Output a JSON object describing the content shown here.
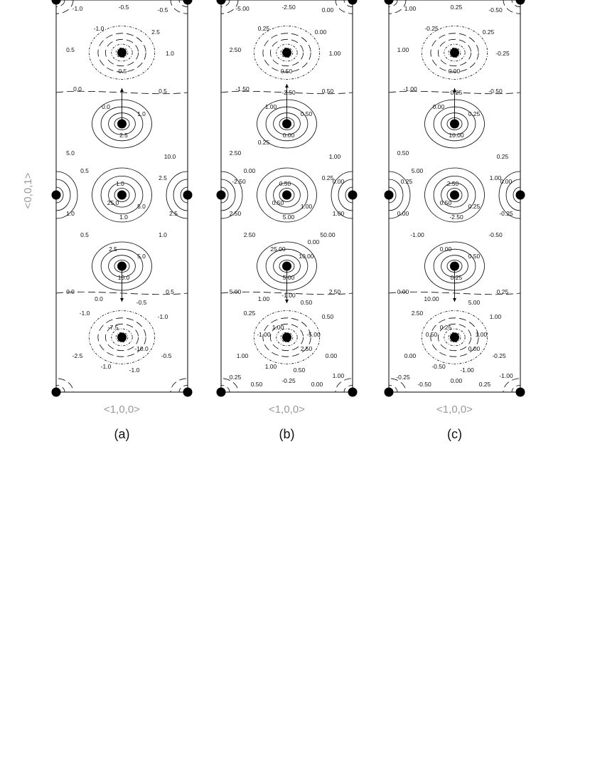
{
  "y_axis_label": "<0,0,1>",
  "panels": [
    {
      "id": "a",
      "caption": "(a)",
      "x_axis_label": "<1,0,0>",
      "contour_labels": [
        "-1.0",
        "-0.5",
        "-0.5",
        "-1.0",
        "2.5",
        "0.5",
        "1.0",
        "-0.5",
        "0.0",
        "0.5",
        "0.0",
        "1.0",
        "2.5",
        "5.0",
        "10.0",
        "0.5",
        "1.0",
        "2.5",
        "25.0",
        "5.0",
        "1.0",
        "2.5",
        "1.0",
        "0.5",
        "1.0",
        "2.5",
        "5.0",
        "10.0",
        "0.0",
        "0.5",
        "0.0",
        "-0.5",
        "-1.0",
        "-1.0",
        "-7.5",
        "-10.0",
        "-2.5",
        "-0.5",
        "-1.0",
        "-1.0"
      ]
    },
    {
      "id": "b",
      "caption": "(b)",
      "x_axis_label": "<1,0,0>",
      "contour_labels": [
        "-5.00",
        "-2.50",
        "0.00",
        "0.25",
        "0.00",
        "2.50",
        "1.00",
        "0.50",
        "-1.50",
        "0.50",
        "1.00",
        "0.50",
        "0.00",
        "2.50",
        "1.00",
        "0.00",
        "0.50",
        "0.25",
        "0.50",
        "1.00",
        "2.50",
        "1.00",
        "5.00",
        "2.50",
        "50.00",
        "25.00",
        "10.00",
        "5.00",
        "5.00",
        "2.50",
        "1.00",
        "0.50",
        "0.25",
        "0.50",
        "1.00",
        "2.50",
        "1.00",
        "0.00",
        "1.00",
        "0.50",
        "0.25",
        "1.00",
        "0.50",
        "0.00",
        "-0.25",
        "-1.00",
        "-5.00",
        "-2.50",
        "0.00",
        "-2.50",
        "-1.00",
        "0.25",
        "0.00"
      ]
    },
    {
      "id": "c",
      "caption": "(c)",
      "x_axis_label": "<1,0,0>",
      "contour_labels": [
        "1.00",
        "0.25",
        "-0.50",
        "-0.25",
        "0.25",
        "1.00",
        "-0.25",
        "0.00",
        "-1.00",
        "-0.50",
        "0.00",
        "0.25",
        "10.00",
        "0.50",
        "0.25",
        "5.00",
        "2.50",
        "1.00",
        "0.50",
        "0.25",
        "0.00",
        "-0.25",
        "-2.50",
        "-1.00",
        "-0.50",
        "0.00",
        "0.50",
        "0.25",
        "0.00",
        "0.25",
        "10.00",
        "5.00",
        "2.50",
        "1.00",
        "0.25",
        "0.00",
        "0.00",
        "-0.25",
        "-0.50",
        "-1.00",
        "-0.25",
        "-1.00",
        "-0.50",
        "0.25",
        "0.00",
        "0.50",
        "1.00",
        "0.25",
        "0.00",
        "0.25"
      ]
    }
  ]
}
